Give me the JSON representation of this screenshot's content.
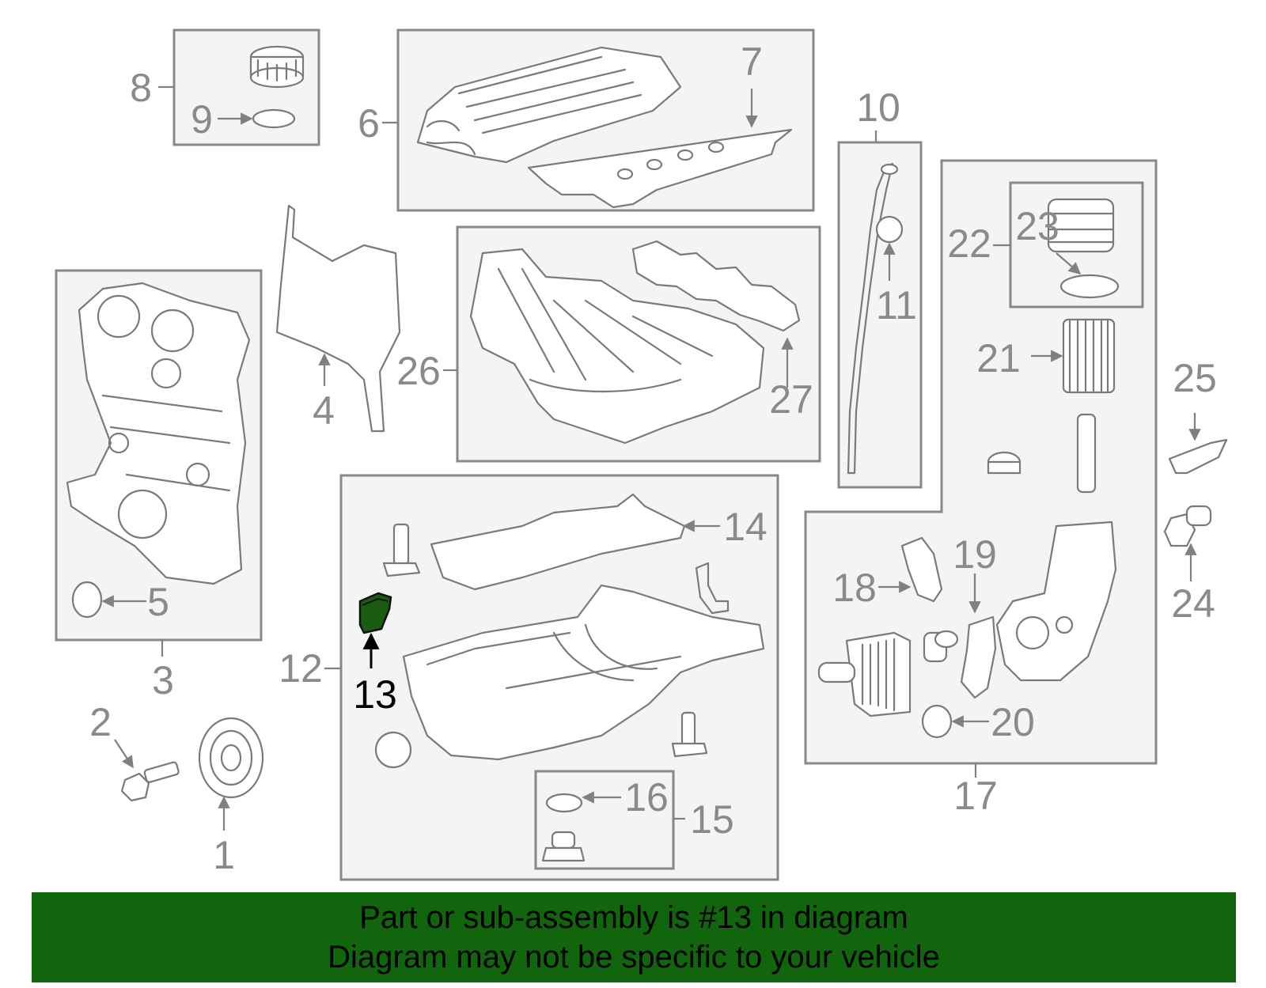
{
  "diagram": {
    "callouts": [
      "1",
      "2",
      "3",
      "4",
      "5",
      "6",
      "7",
      "8",
      "9",
      "10",
      "11",
      "12",
      "13",
      "14",
      "15",
      "16",
      "17",
      "18",
      "19",
      "20",
      "21",
      "22",
      "23",
      "24",
      "25",
      "26",
      "27"
    ],
    "highlighted": "13",
    "highlight_color": "#1a5c12"
  },
  "banner": {
    "line1": "Part or sub-assembly is #13 in diagram",
    "line2": "Diagram may not be specific to your vehicle",
    "background": "#11650d"
  }
}
